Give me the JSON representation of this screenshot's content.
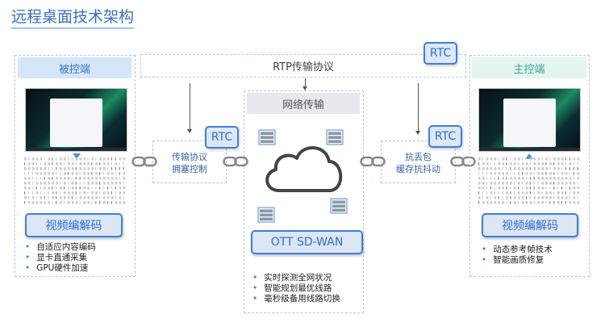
{
  "title": "远程桌面技术架构",
  "rtp": {
    "label": "RTP传输协议",
    "badge": "RTC"
  },
  "left": {
    "header": "被控端",
    "button": "视频编解码",
    "bullets": [
      "自适应内容编码",
      "显卡直通采集",
      "GPU硬件加速"
    ]
  },
  "right": {
    "header": "主控端",
    "button": "视频编解码",
    "bullets": [
      "动态参考帧技术",
      "智能画质修复"
    ]
  },
  "left_mid": {
    "badge": "RTC",
    "lines": [
      "传输协议",
      "拥塞控制"
    ]
  },
  "right_mid": {
    "badge": "RTC",
    "lines": [
      "抗丢包",
      "缓存抗抖动"
    ]
  },
  "center": {
    "header": "网络传输",
    "button": "OTT SD-WAN",
    "bullets": [
      "实时探测全网状况",
      "智能规划最优线路",
      "毫秒级备用线路切换"
    ]
  },
  "colors": {
    "accent": "#3d7fe0",
    "left_header_bg": "#d6e6fa",
    "right_header_bg": "#e3f4f1",
    "right_header_text": "#3aa89a"
  },
  "icons": [
    "server-icon",
    "cloud-icon",
    "link-chain-icon",
    "arrow-down-icon",
    "arrow-up-icon"
  ]
}
